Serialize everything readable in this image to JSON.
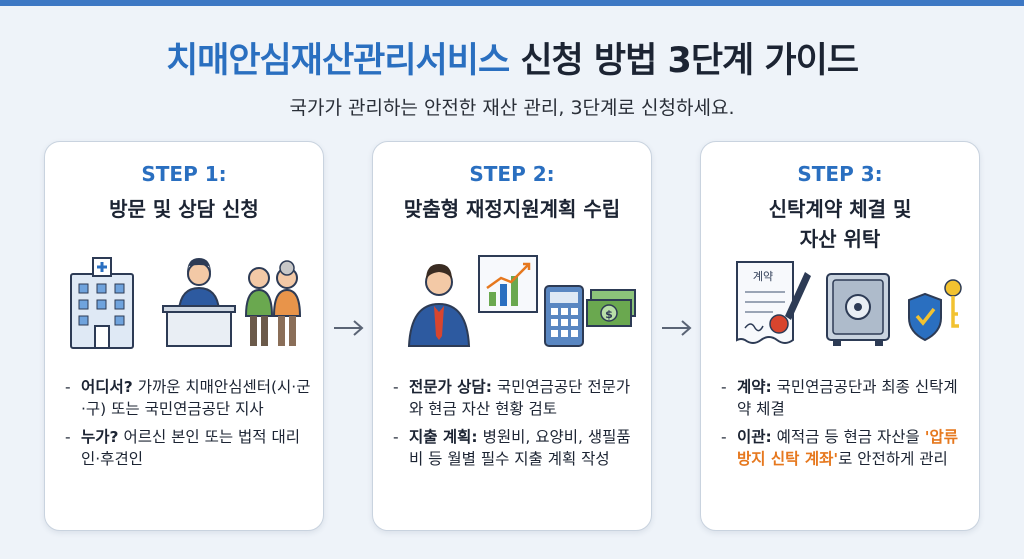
{
  "header": {
    "title_accent": "치매안심재산관리서비스",
    "title_rest": "신청 방법 3단계 가이드",
    "subtitle": "국가가 관리하는 안전한 재산 관리, 3단계로 신청하세요."
  },
  "colors": {
    "accent": "#2a6fc0",
    "highlight": "#e6781e",
    "background": "#eef3f9"
  },
  "steps": [
    {
      "label": "STEP 1:",
      "name": "방문 및 상담 신청",
      "icons": [
        "building-icon",
        "counselor-icon",
        "elderly-couple-icon"
      ],
      "bullets": [
        {
          "head": "어디서?",
          "text": " 가까운 치매안심센터(시·군·구) 또는 국민연금공단 지사"
        },
        {
          "head": "누가?",
          "text": " 어르신 본인 또는 법적 대리인·후견인"
        }
      ]
    },
    {
      "label": "STEP 2:",
      "name": "맞춤형 재정지원계획 수립",
      "icons": [
        "advisor-icon",
        "chart-board-icon",
        "calculator-icon",
        "cash-icon"
      ],
      "bullets": [
        {
          "head": "전문가 상담:",
          "text": " 국민연금공단 전문가와 현금 자산 현황 검토"
        },
        {
          "head": "지출 계획:",
          "text": " 병원비, 요양비, 생필품비 등 월별 필수 지출 계획 작성"
        }
      ]
    },
    {
      "label": "STEP 3:",
      "name_line1": "신탁계약 체결 및",
      "name_line2": "자산 위탁",
      "contract_text": "계약",
      "icons": [
        "contract-icon",
        "safe-icon",
        "shield-icon",
        "keys-icon"
      ],
      "bullets": [
        {
          "head": "계약:",
          "text": " 국민연금공단과 최종 신탁계약 체결"
        },
        {
          "head": "이관:",
          "text": " 예적금 등 현금 자산을 ",
          "highlight": "'압류방지 신탁 계좌'",
          "tail": "로 안전하게 관리"
        }
      ]
    }
  ]
}
